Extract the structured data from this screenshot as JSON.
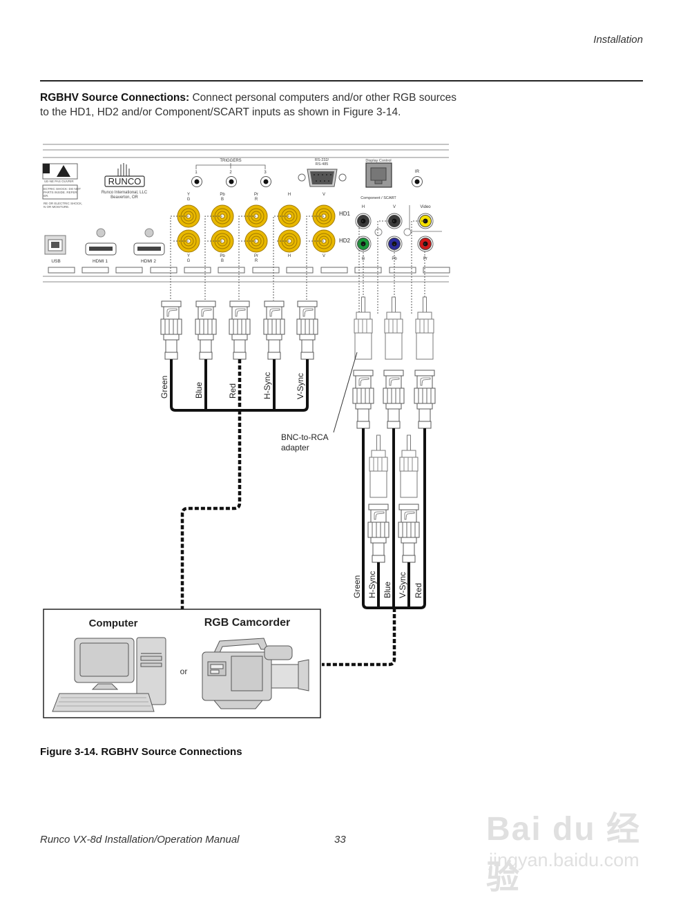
{
  "header": {
    "section": "Installation"
  },
  "intro": {
    "bold": "RGBHV Source Connections:",
    "line1": " Connect personal computers and/or other RGB sources",
    "line2": "to the HD1, HD2 and/or Component/SCART inputs as shown in Figure 3-14."
  },
  "panel": {
    "brand": "RUNCO",
    "company": "Runco International, LLC",
    "city": "Beaverton, OR",
    "warning_line1": "UE-NE PAS OUVRIR",
    "warning_line2": "ECTRIC SHOCK: DO NOT",
    "warning_line3": "PARTS INSIDE. REFER",
    "warning_line4": "ER.",
    "warning_line5": "RE OR ELECTRIC SHOCK,",
    "warning_line6": "N OR MOISTURE.",
    "triggers_label": "TRIGGERS",
    "triggers": [
      "1",
      "2",
      "3"
    ],
    "rs232_label_1": "RS-232/",
    "rs232_label_2": "RS-485",
    "display_control_label": "Display Control",
    "ir_label": "IR",
    "usb_label": "USB",
    "hdmi1_label": "HDMI 1",
    "hdmi2_label": "HDMI 2",
    "bnc_top_labels": [
      [
        "Y",
        "G"
      ],
      [
        "Pb",
        "B"
      ],
      [
        "Pr",
        "R"
      ],
      [
        "H",
        ""
      ],
      [
        "V",
        ""
      ]
    ],
    "bnc_bottom_labels": [
      [
        "Y",
        "G"
      ],
      [
        "Pb",
        "B"
      ],
      [
        "Pr",
        "R"
      ],
      [
        "H",
        ""
      ],
      [
        "V",
        ""
      ]
    ],
    "hd1_label": "HD1",
    "hd2_label": "HD2",
    "component_label": "Component / SCART",
    "comp_top_labels": [
      "H",
      "V",
      "Video"
    ],
    "comp_bottom_labels": [
      "G",
      "Pb",
      "Pr"
    ],
    "rca_colors": {
      "h": "#3a3a3a",
      "v": "#3a3a3a",
      "video": "#f5e000",
      "g": "#1a9a3a",
      "pb": "#2a2a9a",
      "pr": "#d01a1a"
    },
    "bnc_color": "#e8b800"
  },
  "cables": {
    "left": [
      "Green",
      "Blue",
      "Red",
      "H-Sync",
      "V-Sync"
    ],
    "right": [
      "Green",
      "H-Sync",
      "Blue",
      "V-Sync",
      "Red"
    ],
    "adapter_label_1": "BNC-to-RCA",
    "adapter_label_2": "adapter"
  },
  "sources": {
    "computer": "Computer",
    "camcorder": "RGB Camcorder",
    "or": "or"
  },
  "figure": {
    "caption": "Figure 3-14. RGBHV Source Connections"
  },
  "footer": {
    "title": "Runco VX-8d Installation/Operation Manual",
    "page": "33"
  },
  "watermark": {
    "line1": "Bai du 经验",
    "line2": "jingyan.baidu.com"
  }
}
